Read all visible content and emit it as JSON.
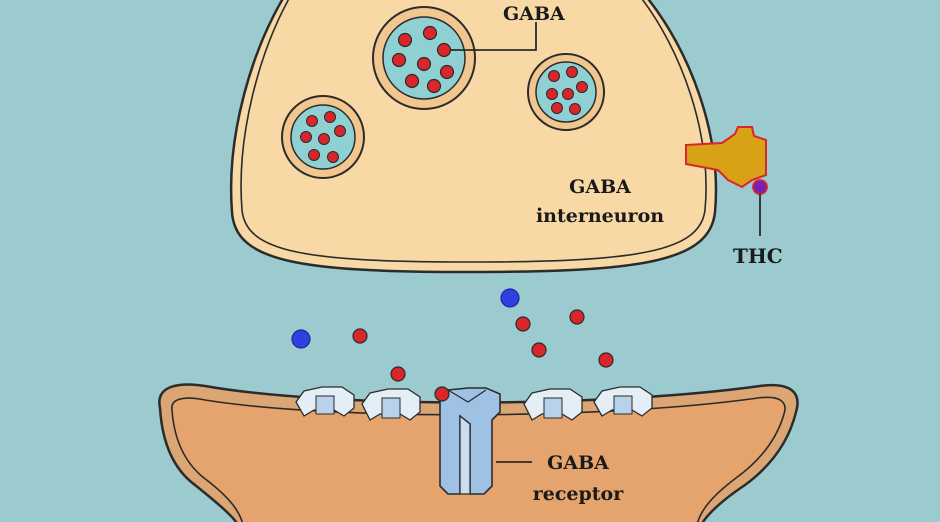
{
  "labels": {
    "gaba_top": "GABA",
    "interneuron_line1": "GABA",
    "interneuron_line2": "interneuron",
    "thc": "THC",
    "receptor_line1": "GABA",
    "receptor_line2": "receptor"
  },
  "colors": {
    "background": "#9ccbcf",
    "presynaptic_fill": "#f8d9a6",
    "outline": "#2b2b2b",
    "vesicle_fill": "#8fd0d2",
    "gaba_molecule": "#d8262b",
    "blue_molecule": "#2f3fe0",
    "postsynaptic_outer": "#dca574",
    "postsynaptic_inner": "#e5a46d",
    "receptor_light": "#e4eef6",
    "receptor_main": "#9fc2e4",
    "cannabinoid_receptor": "#d9a216",
    "thc_dot": "#7a1fb0"
  }
}
